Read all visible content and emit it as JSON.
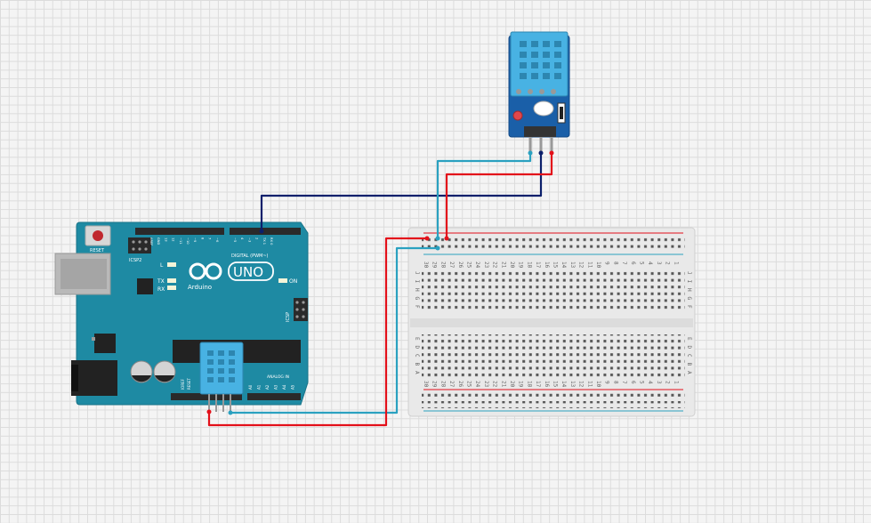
{
  "arduino": {
    "reset_label": "RESET",
    "icsp2_label": "ICSP2",
    "icsp_label": "ICSP",
    "led_l_label": "L",
    "led_tx_label": "TX",
    "led_rx_label": "RX",
    "led_on_label": "ON",
    "brand_label": "Arduino",
    "model_label": "UNO",
    "digital_label": "DIGITAL (PWM~)",
    "analog_label": "ANALOG IN",
    "ioref_label": "IOREF",
    "reset_pin_label": "RESET",
    "digital_pins": [
      "AREF",
      "GND",
      "13",
      "12",
      "~11",
      "~10",
      "~9",
      "8",
      "7",
      "~6",
      "~5",
      "4",
      "~3",
      "2",
      "TX 1",
      "RX 0"
    ],
    "analog_pins": [
      "A0",
      "A1",
      "A2",
      "A3",
      "A4",
      "A5"
    ]
  },
  "breadboard": {
    "columns": [
      "30",
      "29",
      "28",
      "27",
      "26",
      "25",
      "24",
      "23",
      "22",
      "21",
      "20",
      "19",
      "18",
      "17",
      "16",
      "15",
      "14",
      "13",
      "12",
      "11",
      "10",
      "9",
      "8",
      "7",
      "6",
      "5",
      "4",
      "3",
      "2",
      "1"
    ],
    "rows_top": [
      "J",
      "I",
      "H",
      "G",
      "F"
    ],
    "rows_bottom": [
      "E",
      "D",
      "C",
      "B",
      "A"
    ]
  },
  "wire_colors": {
    "vcc": "#e3101a",
    "data": "#2aa1c0",
    "gnd": "#0b1f6b"
  }
}
